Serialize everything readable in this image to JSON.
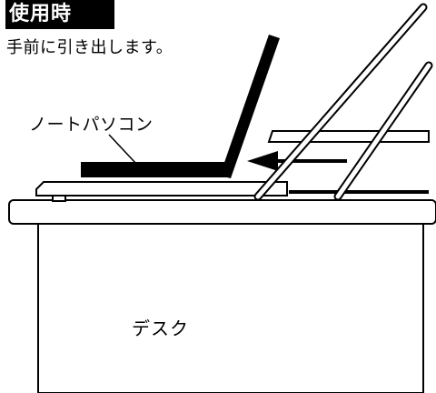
{
  "title": "使用時",
  "subtitle": "手前に引き出します。",
  "labels": {
    "laptop": "ノートパソコン",
    "desk": "デスク"
  }
}
